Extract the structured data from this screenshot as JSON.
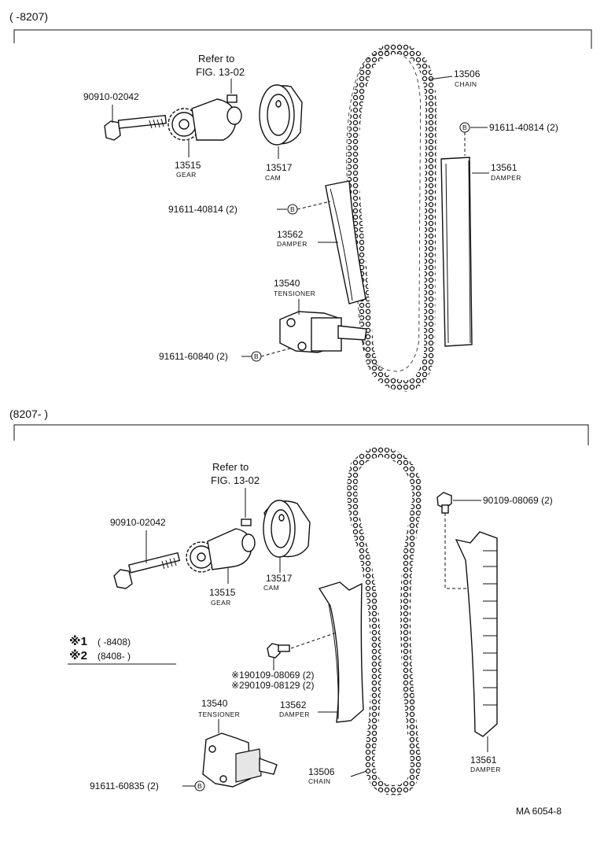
{
  "sections": [
    {
      "period": "(      -8207)",
      "parts": {
        "bolt": "90910-02042",
        "ref_line1": "Refer to",
        "ref_line2": "FIG. 13-02",
        "gear_no": "13515",
        "gear_name": "GEAR",
        "cam_no": "13517",
        "cam_name": "CAM",
        "chain_no": "13506",
        "chain_name": "CHAIN",
        "bolt_b1": "91611-40814 (2)",
        "damper1_no": "13561",
        "damper1_name": "DAMPER",
        "bolt_b2": "91611-40814 (2)",
        "damper2_no": "13562",
        "damper2_name": "DAMPER",
        "tensioner_no": "13540",
        "tensioner_name": "TENSIONER",
        "bolt_b3": "91611-60840 (2)"
      }
    },
    {
      "period": "(8207-         )",
      "parts": {
        "bolt": "90910-02042",
        "ref_line1": "Refer to",
        "ref_line2": "FIG. 13-02",
        "gear_no": "13515",
        "gear_name": "GEAR",
        "cam_no": "13517",
        "cam_name": "CAM",
        "bolt_damper": "90109-08069 (2)",
        "note1_mark": "※1",
        "note1_text": "(        -8408)",
        "note2_mark": "※2",
        "note2_text": "(8408-          )",
        "bolt_note1": "※190109-08069 (2)",
        "bolt_note2": "※290109-08129 (2)",
        "tensioner_no": "13540",
        "tensioner_name": "TENSIONER",
        "damper2_no": "13562",
        "damper2_name": "DAMPER",
        "chain_no": "13506",
        "chain_name": "CHAIN",
        "damper1_no": "13561",
        "damper1_name": "DAMPER",
        "bolt_b": "91611-60835 (2)"
      }
    }
  ],
  "b_marker": "B",
  "figure_code": "MA 6054-8"
}
